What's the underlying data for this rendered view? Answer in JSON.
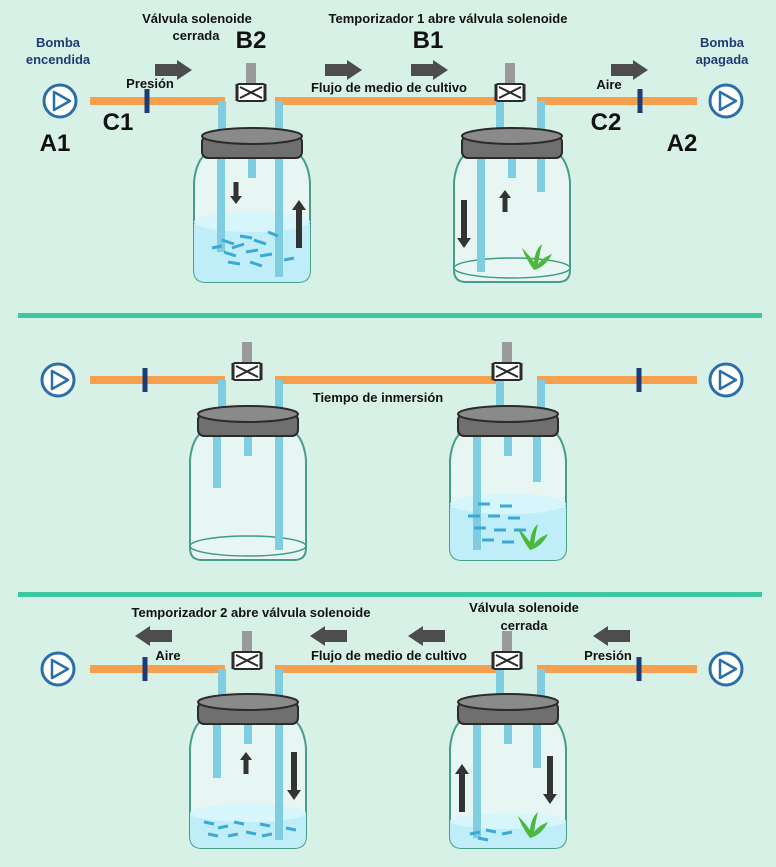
{
  "panel1": {
    "pump_left_label_1": "Bomba",
    "pump_left_label_2": "encendida",
    "pump_right_label_1": "Bomba",
    "pump_right_label_2": "apagada",
    "valve_b2_label_1": "Válvula solenoide",
    "valve_b2_label_2": "cerrada",
    "timer_label": "Temporizador 1 abre válvula solenoide",
    "pressure_label": "Presión",
    "flow_label": "Flujo de medio de cultivo",
    "air_label": "Aire",
    "tag_a1": "A1",
    "tag_c1": "C1",
    "tag_b2": "B2",
    "tag_b1": "B1",
    "tag_c2": "C2",
    "tag_a2": "A2"
  },
  "panel2": {
    "immersion_label": "Tiempo de inmersión"
  },
  "panel3": {
    "timer_label": "Temporizador 2 abre válvula solenoide",
    "valve_label_1": "Válvula solenoide",
    "valve_label_2": "cerrada",
    "air_label": "Aire",
    "flow_label": "Flujo de medio de cultivo",
    "pressure_label": "Presión"
  },
  "colors": {
    "background": "#d8f1e6",
    "tube": "#f4a04e",
    "pipe": "#7fcde0",
    "lid": "#6f6f6f",
    "pump": "#2a6fa8",
    "divider": "#3cc7a0",
    "arrow": "#4d4d4d",
    "liquid": "#bfeef8",
    "plant": "#4ab83d"
  },
  "icons": [
    "pump-icon",
    "solenoid-valve-icon",
    "air-filter-icon",
    "flow-arrow-icon",
    "jar-icon",
    "plant-icon",
    "explant-fragments"
  ]
}
